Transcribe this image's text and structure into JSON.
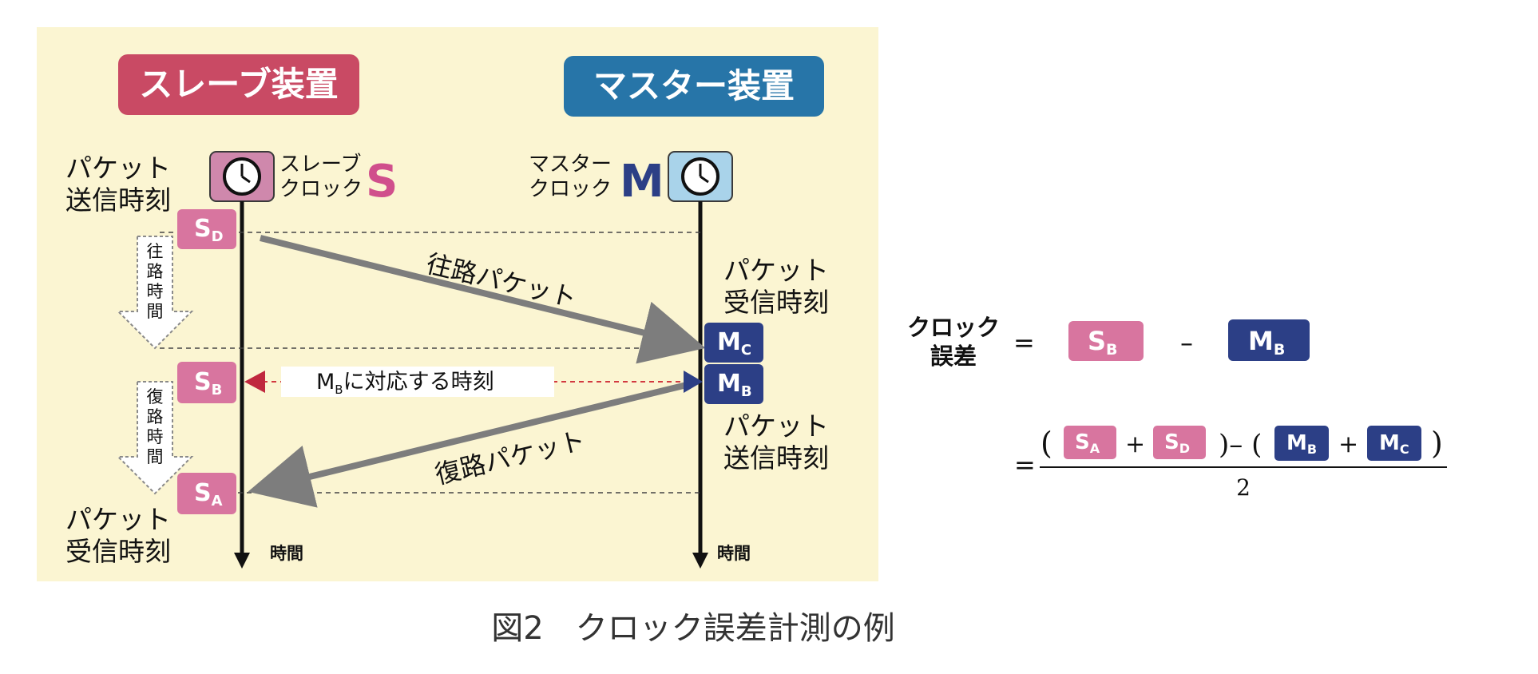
{
  "colors": {
    "panel_bg": "#fbf5d2",
    "slave_red": "#c94a64",
    "master_blue": "#2775a8",
    "slave_pink": "#d8759f",
    "master_navy": "#2c3f86",
    "slave_clock_fill": "#cf88ac",
    "master_clock_fill": "#a9d3ea",
    "arrow_gray": "#7d7d7d",
    "dashed_red": "#d23a40"
  },
  "slave": {
    "title": "スレーブ装置",
    "clock_label_line1": "スレーブ",
    "clock_label_line2": "クロック",
    "clock_letter": "S",
    "send_label_line1": "パケット",
    "send_label_line2": "送信時刻",
    "recv_label_line1": "パケット",
    "recv_label_line2": "受信時刻",
    "time_label": "時間"
  },
  "master": {
    "title": "マスター装置",
    "clock_label_line1": "マスター",
    "clock_label_line2": "クロック",
    "clock_letter": "M",
    "recv_label_line1": "パケット",
    "recv_label_line2": "受信時刻",
    "send_label_line1": "パケット",
    "send_label_line2": "送信時刻",
    "time_label": "時間"
  },
  "outbound": {
    "label": "往路パケット",
    "duration_chars": [
      "往",
      "路",
      "時",
      "間"
    ]
  },
  "inbound": {
    "label": "復路パケット",
    "duration_chars": [
      "復",
      "路",
      "時",
      "間"
    ]
  },
  "correspondence": {
    "m": "M",
    "sub": "B",
    "rest": "に対応する時刻"
  },
  "boxes": {
    "S_D": {
      "main": "S",
      "sub": "D"
    },
    "S_B": {
      "main": "S",
      "sub": "B"
    },
    "S_A": {
      "main": "S",
      "sub": "A"
    },
    "M_C": {
      "main": "M",
      "sub": "C"
    },
    "M_B": {
      "main": "M",
      "sub": "B"
    }
  },
  "formula": {
    "lhs_line1": "クロック",
    "lhs_line2": "誤差",
    "equals": "=",
    "minus": "–",
    "plus": "+",
    "paren_open": "(",
    "paren_close_minus": ")– (",
    "paren_close": ")",
    "denominator": "2"
  },
  "caption": "図2　クロック誤差計測の例"
}
